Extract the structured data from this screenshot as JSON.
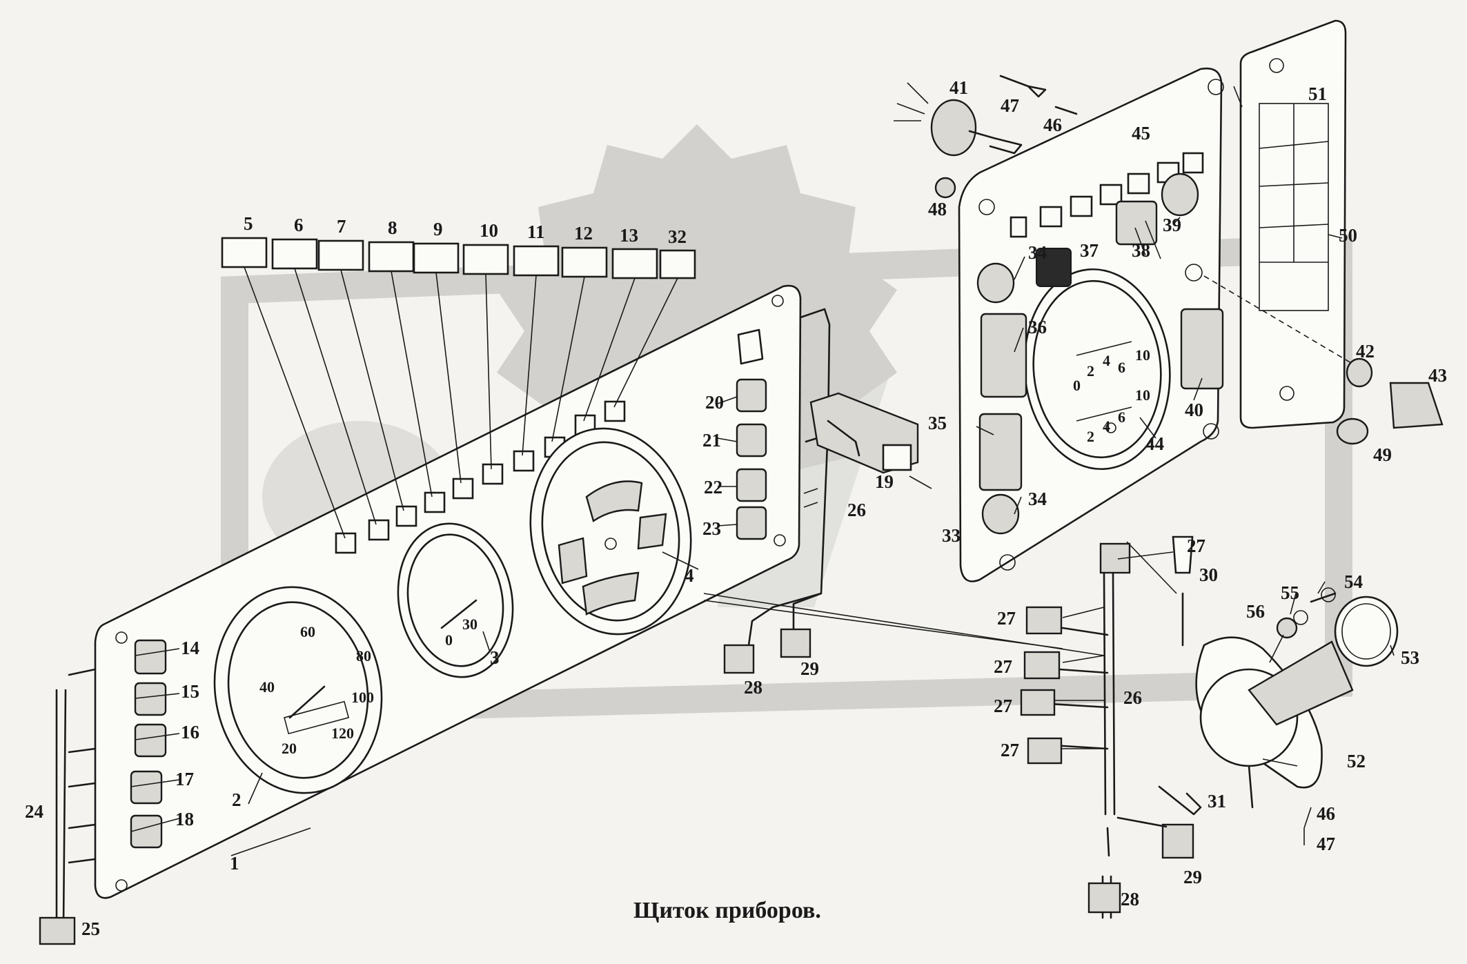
{
  "title": "Щиток приборов.",
  "callouts": [
    {
      "id": "c5",
      "text": "5"
    },
    {
      "id": "c6",
      "text": "6"
    },
    {
      "id": "c7",
      "text": "7"
    },
    {
      "id": "c8",
      "text": "8"
    },
    {
      "id": "c9",
      "text": "9"
    },
    {
      "id": "c10",
      "text": "10"
    },
    {
      "id": "c11",
      "text": "11"
    },
    {
      "id": "c12",
      "text": "12"
    },
    {
      "id": "c13",
      "text": "13"
    },
    {
      "id": "c32",
      "text": "32"
    },
    {
      "id": "c20",
      "text": "20"
    },
    {
      "id": "c21",
      "text": "21"
    },
    {
      "id": "c22",
      "text": "22"
    },
    {
      "id": "c23",
      "text": "23"
    },
    {
      "id": "c4",
      "text": "4"
    },
    {
      "id": "c3",
      "text": "3"
    },
    {
      "id": "c2",
      "text": "2"
    },
    {
      "id": "c1",
      "text": "1"
    },
    {
      "id": "c14",
      "text": "14"
    },
    {
      "id": "c15",
      "text": "15"
    },
    {
      "id": "c16",
      "text": "16"
    },
    {
      "id": "c17",
      "text": "17"
    },
    {
      "id": "c18",
      "text": "18"
    },
    {
      "id": "c24",
      "text": "24"
    },
    {
      "id": "c25",
      "text": "25"
    },
    {
      "id": "c19",
      "text": "19"
    },
    {
      "id": "c26a",
      "text": "26"
    },
    {
      "id": "c28a",
      "text": "28"
    },
    {
      "id": "c29a",
      "text": "29"
    },
    {
      "id": "c41",
      "text": "41"
    },
    {
      "id": "c47a",
      "text": "47"
    },
    {
      "id": "c46a",
      "text": "46"
    },
    {
      "id": "c48",
      "text": "48"
    },
    {
      "id": "c45",
      "text": "45"
    },
    {
      "id": "c51",
      "text": "51"
    },
    {
      "id": "c50",
      "text": "50"
    },
    {
      "id": "c39",
      "text": "39"
    },
    {
      "id": "c38",
      "text": "38"
    },
    {
      "id": "c37",
      "text": "37"
    },
    {
      "id": "c34a",
      "text": "34"
    },
    {
      "id": "c36",
      "text": "36"
    },
    {
      "id": "c35",
      "text": "35"
    },
    {
      "id": "c34b",
      "text": "34"
    },
    {
      "id": "c33",
      "text": "33"
    },
    {
      "id": "c40",
      "text": "40"
    },
    {
      "id": "c44",
      "text": "44"
    },
    {
      "id": "c42",
      "text": "42"
    },
    {
      "id": "c43",
      "text": "43"
    },
    {
      "id": "c49",
      "text": "49"
    },
    {
      "id": "c27a",
      "text": "27"
    },
    {
      "id": "c30",
      "text": "30"
    },
    {
      "id": "c27b",
      "text": "27"
    },
    {
      "id": "c27c",
      "text": "27"
    },
    {
      "id": "c27d",
      "text": "27"
    },
    {
      "id": "c27e",
      "text": "27"
    },
    {
      "id": "c26b",
      "text": "26"
    },
    {
      "id": "c31",
      "text": "31"
    },
    {
      "id": "c29b",
      "text": "29"
    },
    {
      "id": "c28b",
      "text": "28"
    },
    {
      "id": "c56",
      "text": "56"
    },
    {
      "id": "c55",
      "text": "55"
    },
    {
      "id": "c54",
      "text": "54"
    },
    {
      "id": "c53",
      "text": "53"
    },
    {
      "id": "c52",
      "text": "52"
    },
    {
      "id": "c46b",
      "text": "46"
    },
    {
      "id": "c47b",
      "text": "47"
    }
  ],
  "speedometer_scale": [
    "20",
    "40",
    "60",
    "80",
    "100",
    "120"
  ],
  "tachometer_scale": [
    "0",
    "30"
  ],
  "combo_gauge_scale_top": [
    "0",
    "2",
    "4",
    "6",
    "10"
  ],
  "combo_gauge_scale_bottom": [
    "2",
    "4",
    "6",
    "10"
  ]
}
